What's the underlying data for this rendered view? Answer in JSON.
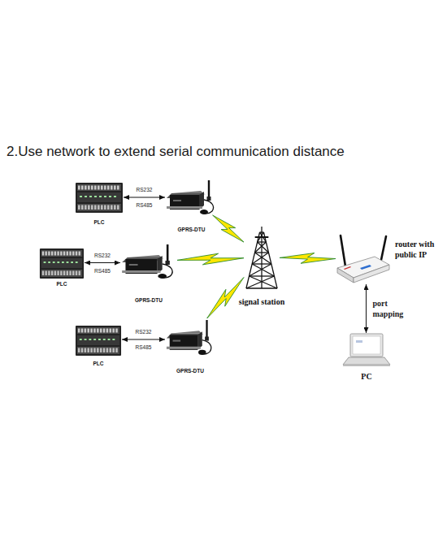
{
  "diagram": {
    "title": "2.Use network to extend serial communication distance",
    "nodes": [
      {
        "text": [
          "PLC"
        ]
      },
      {
        "text": [
          "GPRS-DTU"
        ]
      },
      {
        "text": [
          "PLC"
        ]
      },
      {
        "text": [
          "GPRS-DTU"
        ]
      },
      {
        "text": [
          "signal station"
        ]
      },
      {
        "text": [
          "router with public IP"
        ]
      },
      {
        "text": [
          "PLC"
        ]
      },
      {
        "text": [
          "GPRS-DTU"
        ]
      },
      {
        "text": [
          "PC"
        ]
      }
    ],
    "edges": [
      {
        "from": 0,
        "to": 1,
        "arrow": "both",
        "label": "RS232 RS485"
      },
      {
        "from": 2,
        "to": 3,
        "arrow": "both",
        "label": "RS232 RS485"
      },
      {
        "from": 6,
        "to": 7,
        "arrow": "both",
        "label": "RS232 RS485"
      },
      {
        "from": 1,
        "to": 4,
        "arrow": "none"
      },
      {
        "from": 3,
        "to": 4,
        "arrow": "none"
      },
      {
        "from": 7,
        "to": 4,
        "arrow": "none"
      },
      {
        "from": 4,
        "to": 5,
        "arrow": "none"
      },
      {
        "from": 5,
        "to": 8,
        "arrow": "both",
        "label": "port mapping"
      }
    ]
  }
}
